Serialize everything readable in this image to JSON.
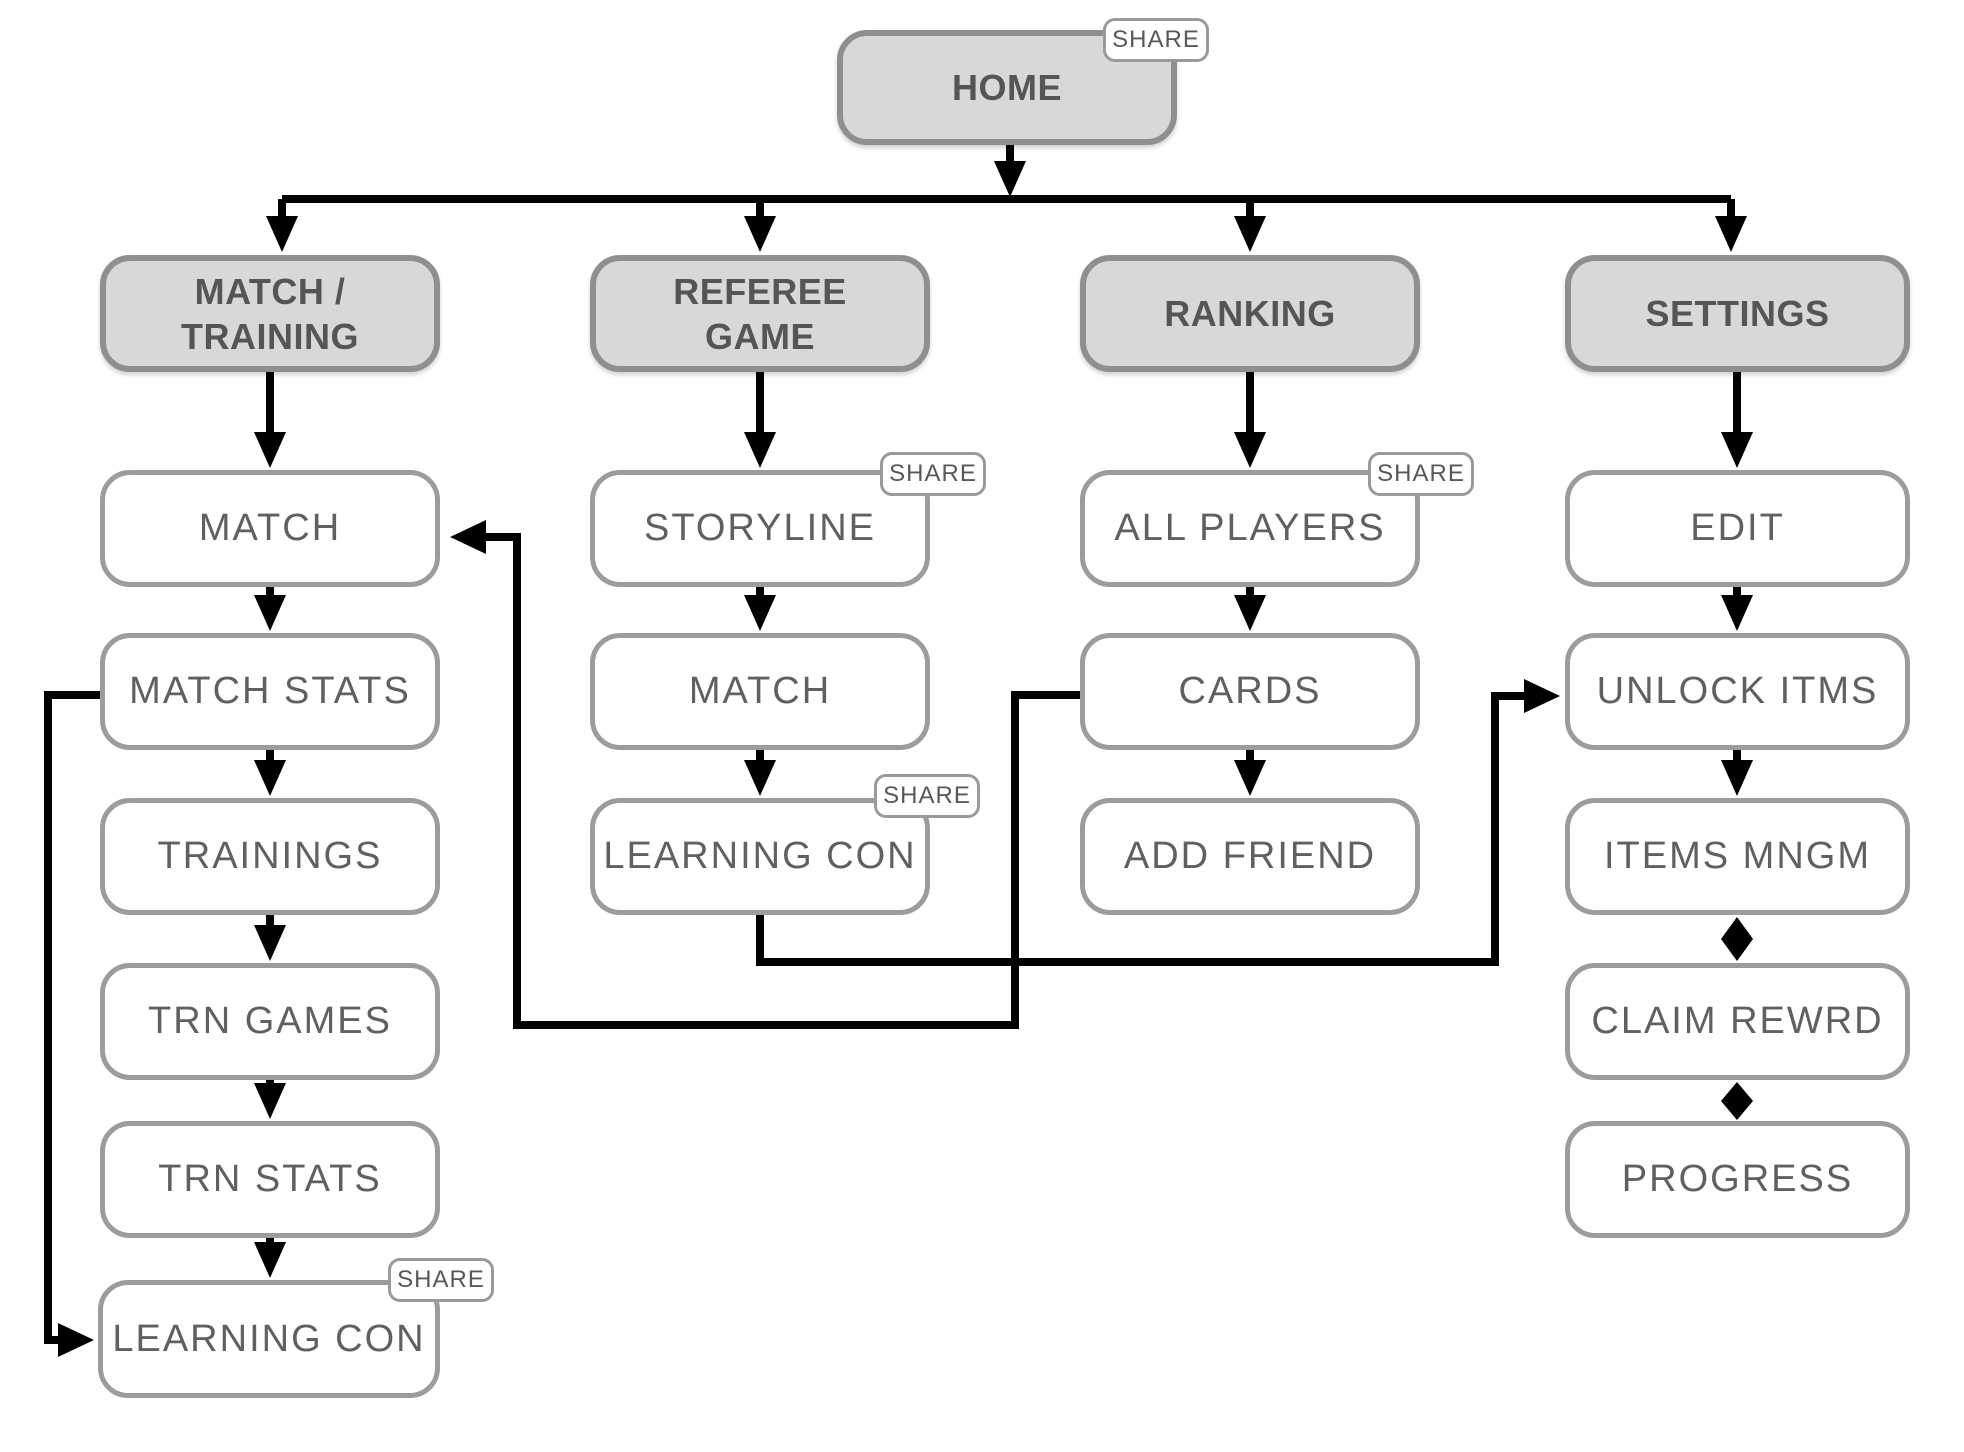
{
  "badge_label": "SHARE",
  "home": {
    "label": "HOME"
  },
  "columns": [
    {
      "header": "MATCH / TRAINING",
      "nodes": [
        "MATCH",
        "MATCH STATS",
        "TRAININGS",
        "TRN GAMES",
        "TRN STATS",
        "LEARNING CON"
      ]
    },
    {
      "header": "REFEREE GAME",
      "nodes": [
        "STORYLINE",
        "MATCH",
        "LEARNING CON"
      ]
    },
    {
      "header": "RANKING",
      "nodes": [
        "ALL PLAYERS",
        "CARDS",
        "ADD FRIEND"
      ]
    },
    {
      "header": "SETTINGS",
      "nodes": [
        "EDIT",
        "UNLOCK ITMS",
        "ITEMS MNGM",
        "CLAIM REWRD",
        "PROGRESS"
      ]
    }
  ],
  "share_badges_on": [
    "HOME",
    "STORYLINE",
    "ALL PLAYERS",
    "LEARNING CON (referee)",
    "LEARNING CON (match/training)"
  ],
  "connections": [
    "HOME -> MATCH / TRAINING",
    "HOME -> REFEREE GAME",
    "HOME -> RANKING",
    "HOME -> SETTINGS",
    "MATCH -> MATCH STATS -> TRAININGS -> TRN GAMES -> TRN STATS -> LEARNING CON",
    "STORYLINE -> MATCH -> LEARNING CON",
    "ALL PLAYERS -> CARDS -> ADD FRIEND",
    "EDIT -> UNLOCK ITMS -> ITEMS MNGM <-> CLAIM REWRD <-> PROGRESS",
    "CARDS -> MATCH",
    "LEARNING CON (referee) -> UNLOCK ITMS",
    "MATCH STATS -> LEARNING CON (match/training)"
  ],
  "colors": {
    "header_fill": "#d8d8d8",
    "header_border": "#8f8f8f",
    "node_border": "#9c9c9c",
    "text": "#5a5a5a",
    "connector": "#000000",
    "background": "#ffffff"
  }
}
